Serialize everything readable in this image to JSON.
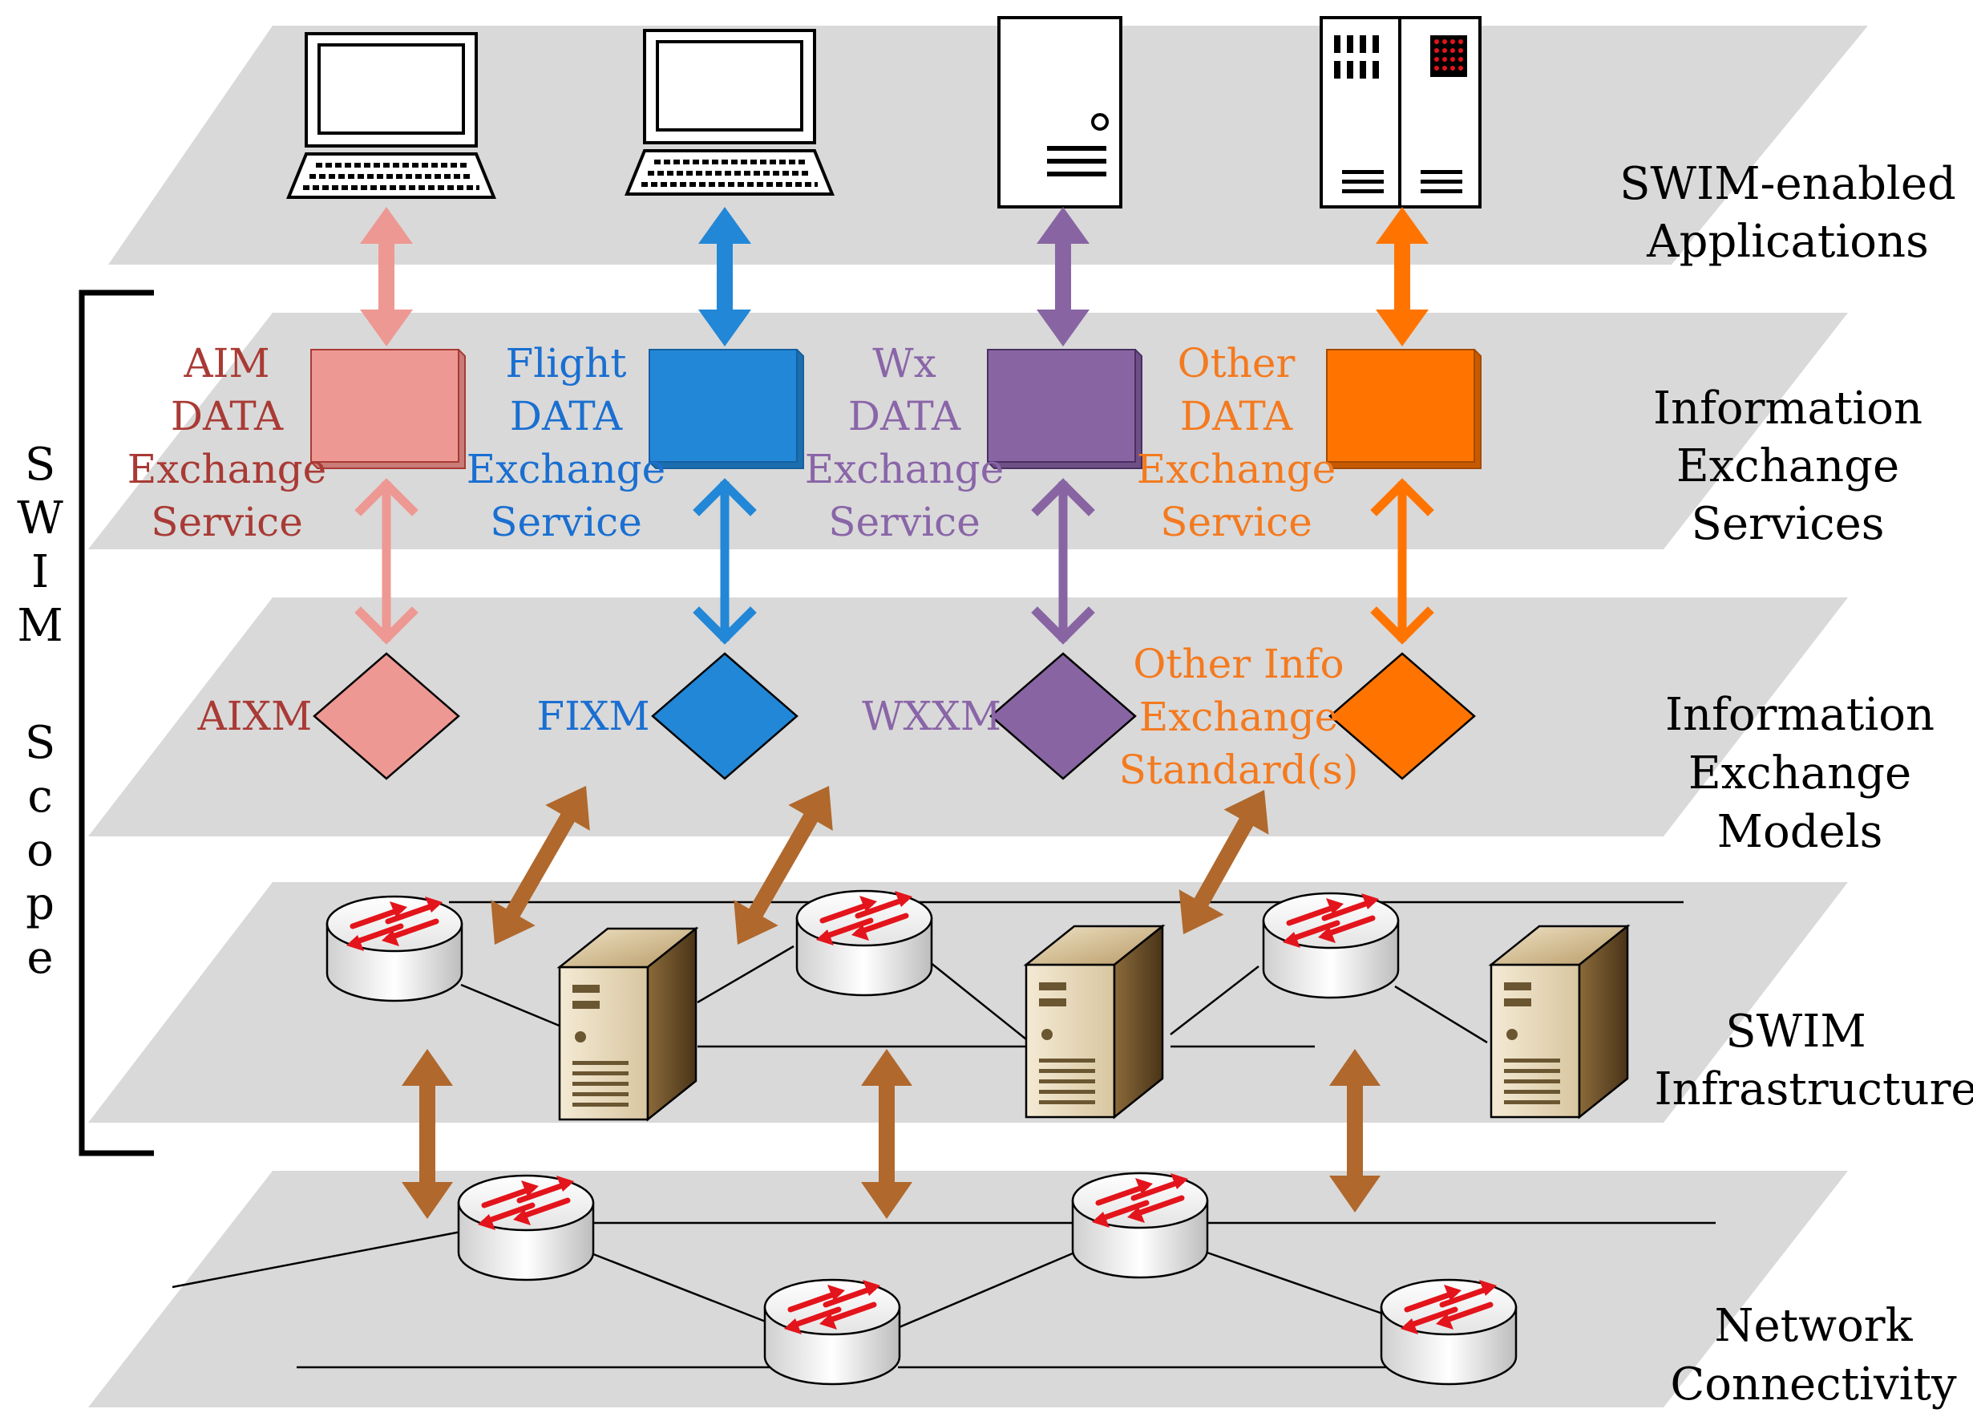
{
  "layers": [
    {
      "id": "apps",
      "label": [
        "SWIM-enabled",
        "Applications"
      ]
    },
    {
      "id": "services",
      "label": [
        "Information",
        "Exchange",
        "Services"
      ]
    },
    {
      "id": "models",
      "label": [
        "Information",
        "Exchange",
        "Models"
      ]
    },
    {
      "id": "infra",
      "label": [
        "SWIM",
        "Infrastructure"
      ]
    },
    {
      "id": "network",
      "label": [
        "Network",
        "Connectivity"
      ]
    }
  ],
  "scope_label": [
    "S",
    "W",
    "I",
    "M",
    "",
    "S",
    "c",
    "o",
    "p",
    "e"
  ],
  "services": [
    {
      "name": "aim",
      "color": "#ee9893",
      "text_color": "#a93a35",
      "lines": [
        "AIM",
        "DATA",
        "Exchange",
        "Service"
      ]
    },
    {
      "name": "flight",
      "color": "#2287d6",
      "text_color": "#1a6fd1",
      "lines": [
        "Flight",
        "DATA",
        "Exchange",
        "Service"
      ]
    },
    {
      "name": "wx",
      "color": "#8865a2",
      "text_color": "#8a65a8",
      "lines": [
        "Wx",
        "DATA",
        "Exchange",
        "Service"
      ]
    },
    {
      "name": "other",
      "color": "#ff7400",
      "text_color": "#f47a1f",
      "lines": [
        "Other",
        "DATA",
        "Exchange",
        "Service"
      ]
    }
  ],
  "models": [
    {
      "name": "aixm",
      "color": "#ee9893",
      "text_color": "#a93a35",
      "lines": [
        "AIXM"
      ]
    },
    {
      "name": "fixm",
      "color": "#2287d6",
      "text_color": "#1a6fd1",
      "lines": [
        "FIXM"
      ]
    },
    {
      "name": "wxxm",
      "color": "#8865a2",
      "text_color": "#8a65a8",
      "lines": [
        "WXXM"
      ]
    },
    {
      "name": "other-standard",
      "color": "#ff7400",
      "text_color": "#f47a1f",
      "lines": [
        "Other Info",
        "Exchange",
        "Standard(s)"
      ]
    }
  ],
  "colors": {
    "plane": "#d9d9d9",
    "brown_arrow": "#b0682c",
    "router_arrow": "#e3141b"
  }
}
